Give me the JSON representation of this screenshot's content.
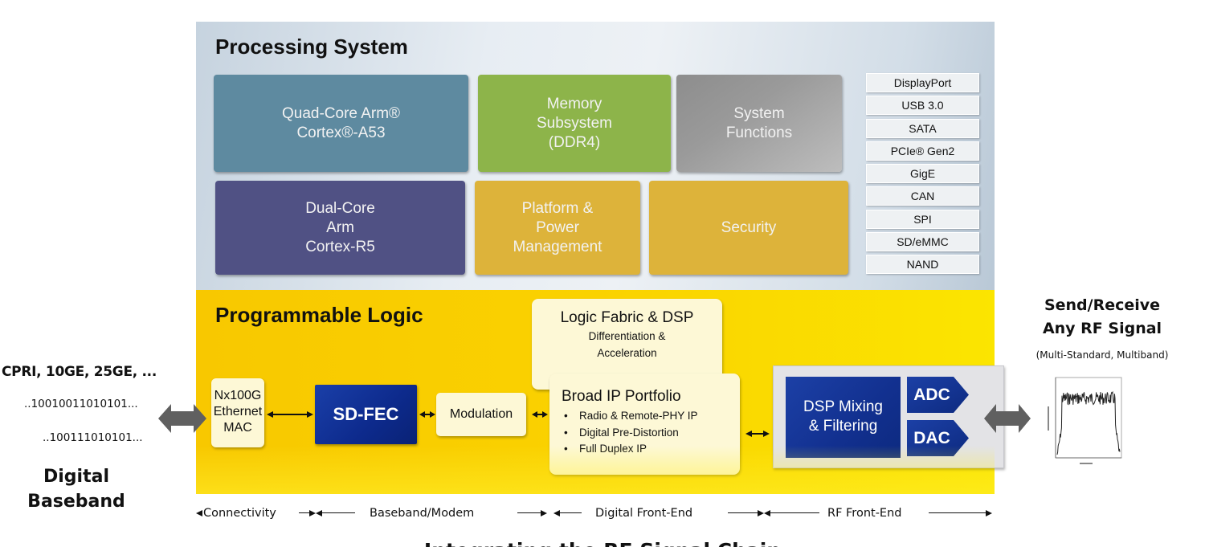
{
  "processing_system": {
    "title": "Processing System",
    "blocks": {
      "apu": [
        "Quad-Core Arm®",
        "Cortex®-A53"
      ],
      "memory": [
        "Memory",
        "Subsystem",
        "(DDR4)"
      ],
      "system_functions": [
        "System",
        "Functions"
      ],
      "rpu": [
        "Dual-Core",
        "Arm",
        "Cortex-R5"
      ],
      "platform_power": [
        "Platform &",
        "Power",
        "Management"
      ],
      "security": [
        "Security"
      ]
    },
    "io_peripherals": [
      "DisplayPort",
      "USB 3.0",
      "SATA",
      "PCIe® Gen2",
      "GigE",
      "CAN",
      "SPI",
      "SD/eMMC",
      "NAND"
    ],
    "colors": {
      "apu": "#5e8aa0",
      "memory": "#8db44a",
      "system_functions": "#9a9a9a",
      "rpu": "#505184",
      "platform_power": "#ddb33a",
      "security": "#ddb33a"
    }
  },
  "programmable_logic": {
    "title": "Programmable Logic",
    "ethernet_mac": [
      "Nx100G",
      "Ethernet",
      "MAC"
    ],
    "sd_fec": "SD-FEC",
    "modulation": "Modulation",
    "logic_fabric": {
      "title": "Logic Fabric & DSP",
      "subtitle": [
        "Differentiation &",
        "Acceleration"
      ]
    },
    "ip_portfolio": {
      "title": "Broad IP Portfolio",
      "items": [
        "Radio & Remote-PHY IP",
        "Digital Pre-Distortion",
        "Full Duplex IP"
      ]
    },
    "dsp_mixing": [
      "DSP Mixing",
      "& Filtering"
    ],
    "adc": "ADC",
    "dac": "DAC",
    "colors": {
      "panel": "#fad200",
      "sd_fec": "#0d2a8c",
      "dsp_mixing": "#12308f"
    }
  },
  "left_side": {
    "interfaces": "CPRI, 10GE, 25GE, ...",
    "bits_line_1": "..10010011010101...",
    "bits_line_2": "..100111010101...",
    "label": [
      "Digital",
      "Baseband"
    ]
  },
  "right_side": {
    "title": [
      "Send/Receive",
      "Any RF Signal"
    ],
    "subtitle": "(Multi-Standard, Multiband)",
    "spectrum_icon": "rf-spectrum-plot"
  },
  "ruler": {
    "segments": [
      "Connectivity",
      "Baseband/Modem",
      "Digital Front-End",
      "RF Front-End"
    ]
  },
  "caption": "Integrating the RF Signal Chain"
}
